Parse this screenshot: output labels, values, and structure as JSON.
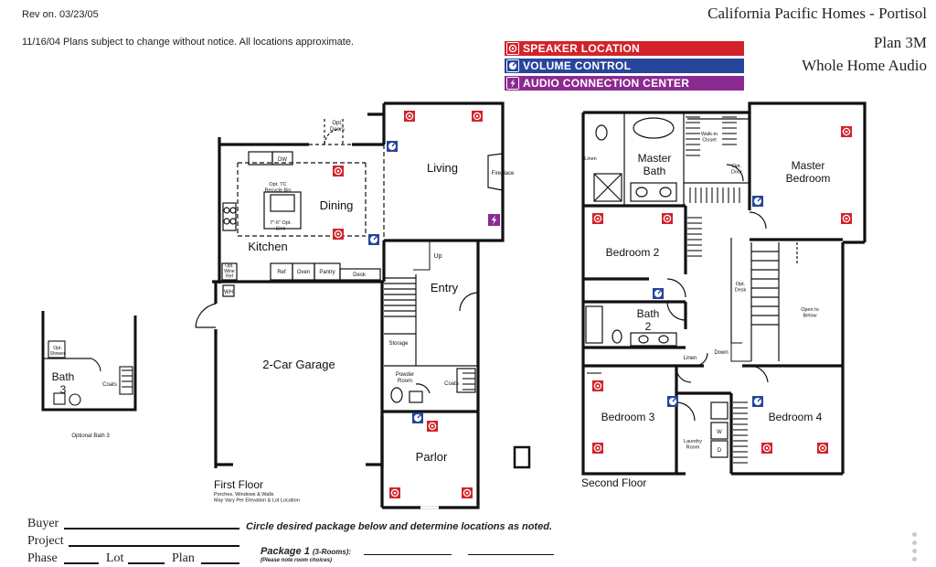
{
  "header": {
    "rev": "Rev on. 03/23/05",
    "disclaimer": "11/16/04 Plans subject to change without notice. All locations approximate.",
    "company": "California Pacific Homes - Portisol",
    "plan": "Plan 3M",
    "subtitle": "Whole Home Audio"
  },
  "legend": {
    "speaker": "SPEAKER LOCATION",
    "volume": "VOLUME CONTROL",
    "audio": "AUDIO CONNECTION CENTER",
    "colors": {
      "speaker": "#d2232a",
      "volume": "#27459a",
      "audio": "#8b2a91"
    }
  },
  "rooms": {
    "living": "Living",
    "fireplace": "Fireplace",
    "dining": "Dining",
    "kitchen": "Kitchen",
    "opt_doors": "Opt.\nDoors",
    "dw": "DW",
    "opt_tc": "Opt. TC\nRecycle Bin",
    "opt_sink": "7\"-6\" Opt.\nSink",
    "opt_wine": "Opt.\nWine\nRef",
    "ref": "Ref",
    "oven": "Oven",
    "pantry": "Pantry",
    "desk": "Desk",
    "wh": "WH",
    "up": "Up",
    "entry": "Entry",
    "garage": "2-Car Garage",
    "storage": "Storage",
    "powder": "Powder\nRoom",
    "coats": "Coats",
    "parlor": "Parlor",
    "first_floor": "First Floor",
    "first_floor_note": "Porches, Windows & Walls\nMay Vary Per Elevation & Lot Location",
    "bath3": "Bath\n3",
    "opt_shower": "Opt.\nShower",
    "bath3_coats": "Coats",
    "optional_bath3": "Optional Bath 3",
    "linen1": "Linen",
    "master_bath": "Master\nBath",
    "walk_in": "Walk-in\nCloset",
    "opt_door": "Opt.\nDoor",
    "master_bedroom": "Master\nBedroom",
    "bedroom2": "Bedroom 2",
    "opt_desk": "Opt.\nDesk",
    "open_below": "Open to\nBelow",
    "bath2": "Bath\n2",
    "down": "Down",
    "linen2": "Linen",
    "bedroom3": "Bedroom 3",
    "laundry": "Laundry\nRoom",
    "w": "W",
    "d": "D",
    "bedroom4": "Bedroom 4",
    "second_floor": "Second Floor"
  },
  "form": {
    "buyer": "Buyer",
    "project": "Project",
    "phase": "Phase",
    "lot": "Lot",
    "plan": "Plan",
    "instruction": "Circle desired package below and determine locations as noted.",
    "package1": "Package 1",
    "package1_rooms": "(3-Rooms):",
    "package1_note": "(Please note room choices)"
  }
}
